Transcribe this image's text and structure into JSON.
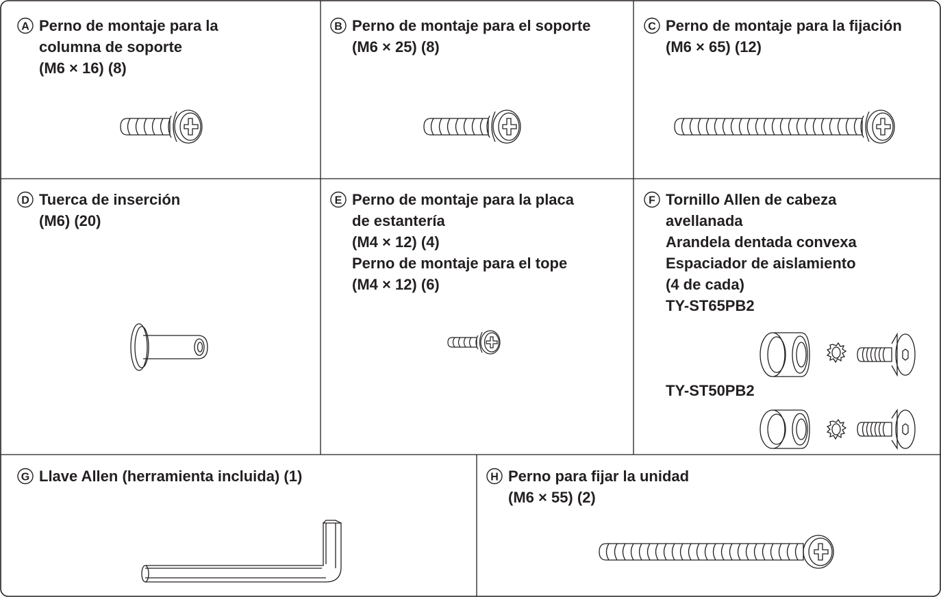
{
  "parts": {
    "a": {
      "letter": "A",
      "lines": [
        "Perno de montaje para la",
        "columna de soporte",
        "(M6 × 16) (8)"
      ]
    },
    "b": {
      "letter": "B",
      "lines": [
        "Perno de montaje para el soporte",
        "(M6 × 25) (8)"
      ]
    },
    "c": {
      "letter": "C",
      "lines": [
        "Perno de montaje para la fijación",
        "(M6 × 65) (12)"
      ]
    },
    "d": {
      "letter": "D",
      "lines": [
        "Tuerca de inserción",
        "(M6) (20)"
      ]
    },
    "e": {
      "letter": "E",
      "lines": [
        "Perno de montaje para la placa",
        "de estantería",
        "(M4 × 12) (4)",
        "Perno de montaje para el tope",
        "(M4 × 12) (6)"
      ]
    },
    "f": {
      "letter": "F",
      "lines": [
        "Tornillo Allen de cabeza",
        "avellanada",
        "Arandela dentada convexa",
        "Espaciador de aislamiento",
        "(4 de cada)"
      ],
      "model1": "TY-ST65PB2",
      "model2": "TY-ST50PB2"
    },
    "g": {
      "letter": "G",
      "lines": [
        "Llave Allen (herramienta incluida) (1)"
      ]
    },
    "h": {
      "letter": "H",
      "lines": [
        "Perno para fijar la unidad",
        "(M6 × 55) (2)"
      ]
    }
  },
  "icons": {
    "bolt": "pan-head-bolt-icon",
    "insert_nut": "insert-nut-icon",
    "spacer": "insulation-spacer-icon",
    "washer": "toothed-washer-icon",
    "hex_screw": "countersunk-hex-screw-icon",
    "allen_key": "allen-key-icon"
  }
}
